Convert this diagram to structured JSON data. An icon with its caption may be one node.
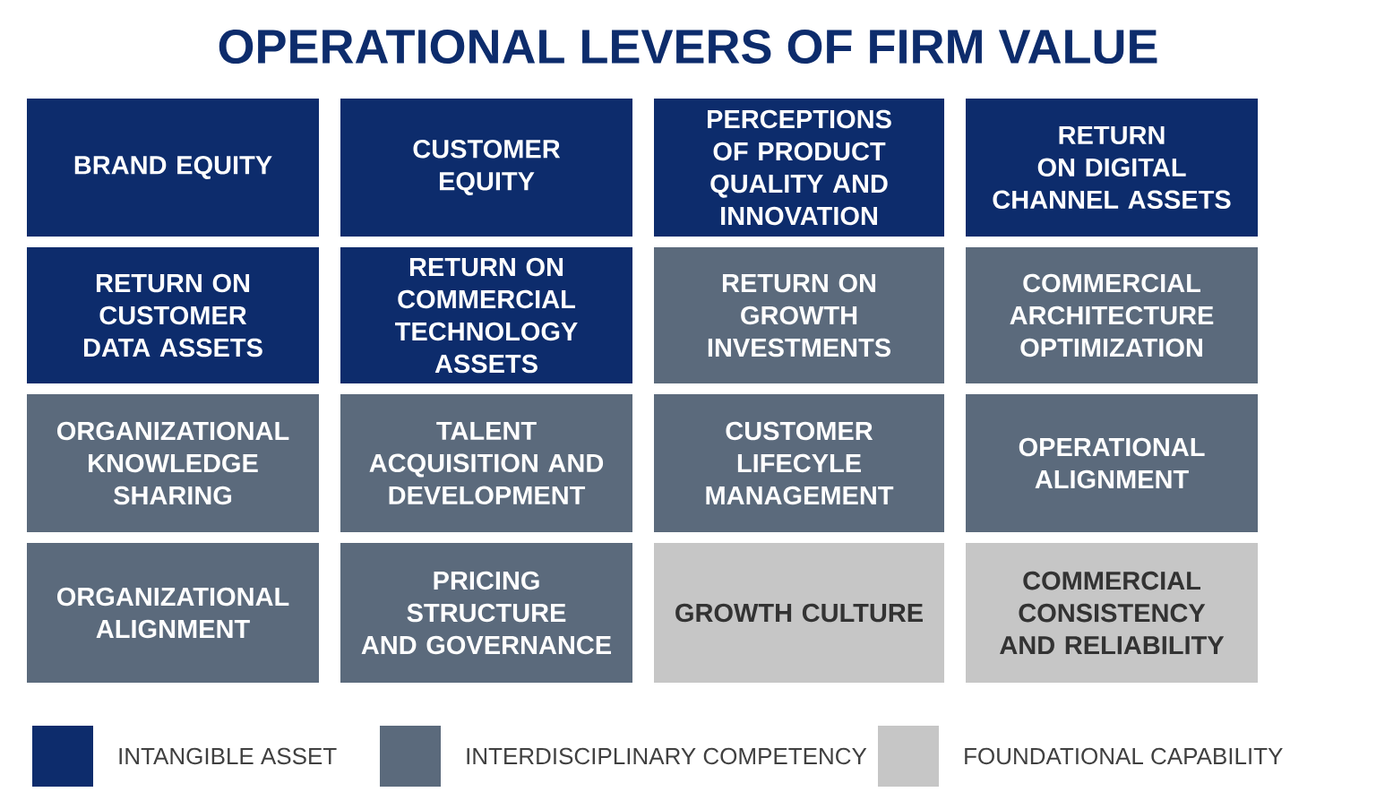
{
  "diagram": {
    "title": "OPERATIONAL LEVERS OF FIRM VALUE",
    "nodes": [
      {
        "text": [
          "BRAND EQUITY"
        ]
      },
      {
        "text": [
          "CUSTOMER EQUITY"
        ]
      },
      {
        "text": [
          "PERCEPTIONS OF PRODUCT QUALITY AND INNOVATION"
        ]
      },
      {
        "text": [
          "RETURN ON DIGITAL CHANNEL ASSETS"
        ]
      },
      {
        "text": [
          "RETURN ON CUSTOMER DATA ASSETS"
        ]
      },
      {
        "text": [
          "RETURN ON COMMERCIAL TECHNOLOGY ASSETS"
        ]
      },
      {
        "text": [
          "RETURN ON GROWTH INVESTMENTS"
        ]
      },
      {
        "text": [
          "COMMERCIAL ARCHITECTURE OPTIMIZATION"
        ]
      },
      {
        "text": [
          "ORGANIZATIONAL KNOWLEDGE SHARING"
        ]
      },
      {
        "text": [
          "TALENT ACQUISITION AND DEVELOPMENT"
        ]
      },
      {
        "text": [
          "CUSTOMER LIFECYLE MANAGEMENT"
        ]
      },
      {
        "text": [
          "OPERATIONAL ALIGNMENT"
        ]
      },
      {
        "text": [
          "ORGANIZATIONAL ALIGNMENT"
        ]
      },
      {
        "text": [
          "PRICING STRUCTURE AND GOVERNANCE"
        ]
      },
      {
        "text": [
          "GROWTH CULTURE"
        ]
      },
      {
        "text": [
          "COMMERCIAL CONSISTENCY AND RELIABILITY"
        ]
      }
    ],
    "legend": [
      {
        "text": "INTANGIBLE ASSET",
        "color": "#0d2c6c"
      },
      {
        "text": "INTERDISCIPLINARY COMPETENCY",
        "color": "#5b6a7c"
      },
      {
        "text": "FOUNDATIONAL CAPABILITY",
        "color": "#c6c6c6"
      }
    ]
  }
}
